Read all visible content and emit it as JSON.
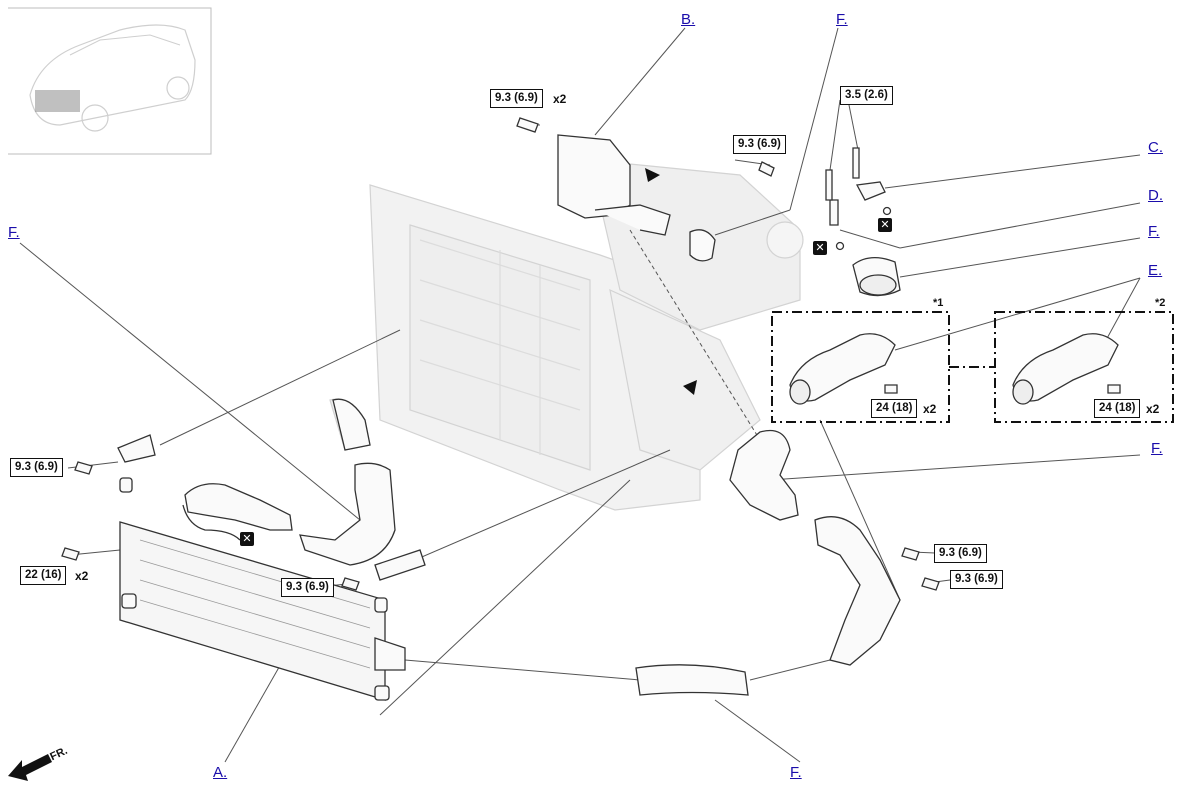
{
  "callouts": {
    "A": "A.",
    "B": "B.",
    "C": "C.",
    "D": "D.",
    "E": "E.",
    "F": "F."
  },
  "torque": {
    "t1": "9.3 (6.9)",
    "t2": "9.3 (6.9)",
    "t3": "3.5 (2.6)",
    "t4": "24 (18)",
    "t5": "24 (18)",
    "t6": "9.3 (6.9)",
    "t7": "22 (16)",
    "t8": "9.3 (6.9)",
    "t9": "9.3 (6.9)",
    "t10": "9.3 (6.9)"
  },
  "qty": {
    "x2": "x2"
  },
  "variants": {
    "v1": "*1",
    "v2": "*2"
  },
  "symbols": {
    "discard": "✕"
  },
  "front": {
    "label": "FR."
  },
  "colors": {
    "link": "#1a0dab",
    "line": "#111111",
    "ghost": "#d9d9d9"
  }
}
